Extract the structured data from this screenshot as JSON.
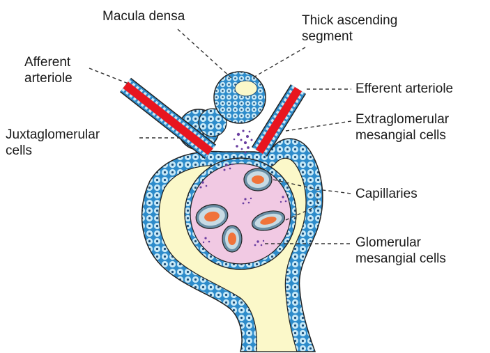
{
  "labels": {
    "macula_densa": "Macula densa",
    "thick_ascending": {
      "line1": "Thick ascending",
      "line2": "segment"
    },
    "afferent": {
      "line1": "Afferent",
      "line2": "arteriole"
    },
    "efferent": "Efferent arteriole",
    "juxtaglomerular": {
      "line1": "Juxtaglomerular",
      "line2": "cells"
    },
    "extraglomerular": {
      "line1": "Extraglomerular",
      "line2": "mesangial cells"
    },
    "capillaries": "Capillaries",
    "glomerular_mesangial": {
      "line1": "Glomerular",
      "line2": "mesangial cells"
    }
  },
  "colors": {
    "epithelium": "#2e8ccb",
    "epithelium_light": "#bfe6f6",
    "lumen": "#fbf8c9",
    "glomerulus": "#f1c9e3",
    "capillary": "#c8dbe4",
    "blood": "#f0733a",
    "artery": "#e8161f",
    "mesangial": "#6a3ea1",
    "outline": "#222222"
  }
}
